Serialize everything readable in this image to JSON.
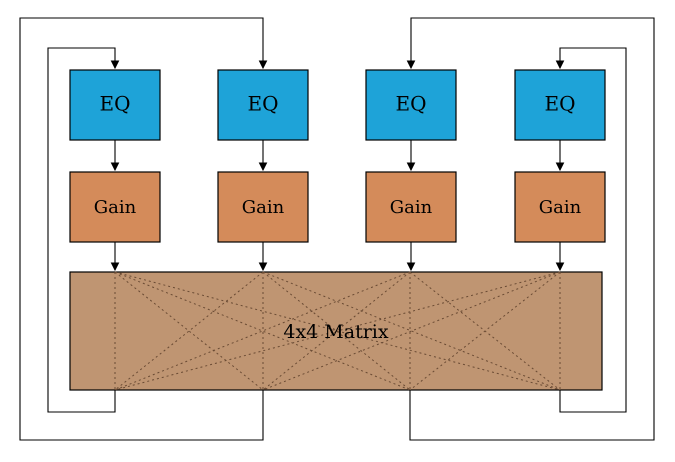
{
  "diagram": {
    "eq_blocks": [
      {
        "label": "EQ"
      },
      {
        "label": "EQ"
      },
      {
        "label": "EQ"
      },
      {
        "label": "EQ"
      }
    ],
    "gain_blocks": [
      {
        "label": "Gain"
      },
      {
        "label": "Gain"
      },
      {
        "label": "Gain"
      },
      {
        "label": "Gain"
      }
    ],
    "matrix": {
      "label": "4x4 Matrix"
    },
    "colors": {
      "eq_fill": "#1ea3d8",
      "gain_fill": "#d48b5a",
      "matrix_fill": "#bf9572",
      "stroke": "#000000"
    }
  }
}
